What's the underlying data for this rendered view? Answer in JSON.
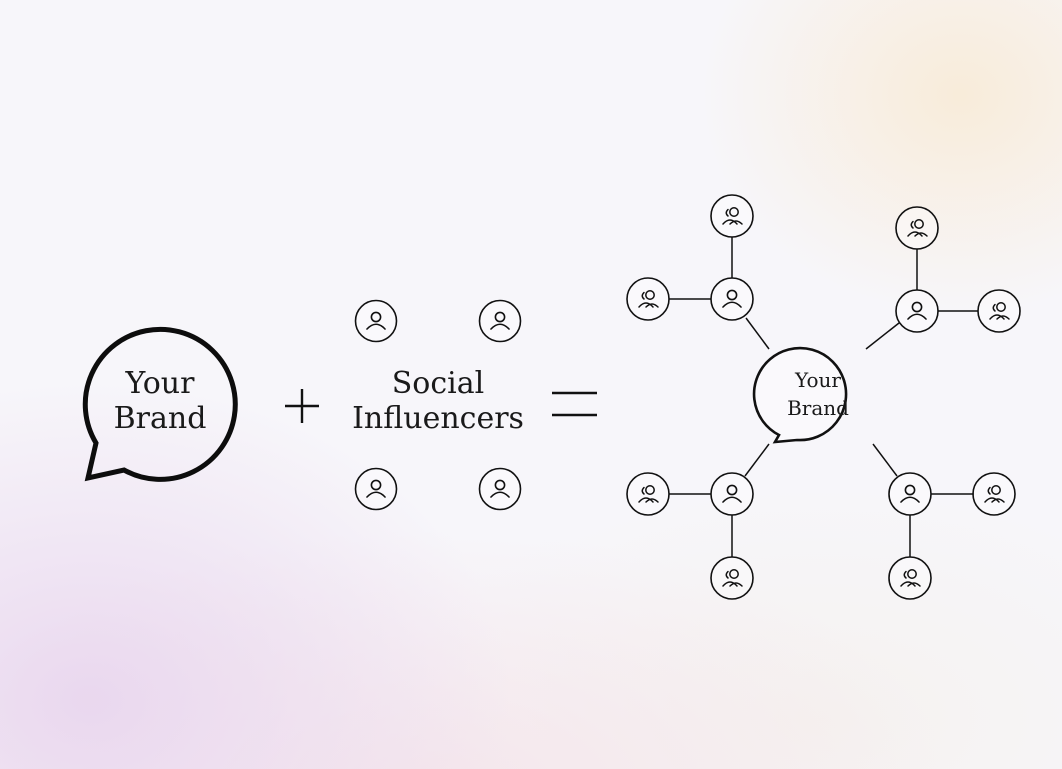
{
  "left_bubble": {
    "line1": "Your",
    "line2": "Brand"
  },
  "operators": {
    "plus": "+",
    "equals": "="
  },
  "influencers": {
    "line1": "Social",
    "line2": "Influencers",
    "icon_count": 4
  },
  "network_center": {
    "line1": "Your",
    "line2": "Brand"
  },
  "network": {
    "hubs": [
      {
        "id": "top-left",
        "leaves": 2
      },
      {
        "id": "top-right",
        "leaves": 2
      },
      {
        "id": "bottom-left",
        "leaves": 2
      },
      {
        "id": "bottom-right",
        "leaves": 2
      }
    ]
  },
  "colors": {
    "stroke": "#111111",
    "background": "#f7f6fa"
  }
}
